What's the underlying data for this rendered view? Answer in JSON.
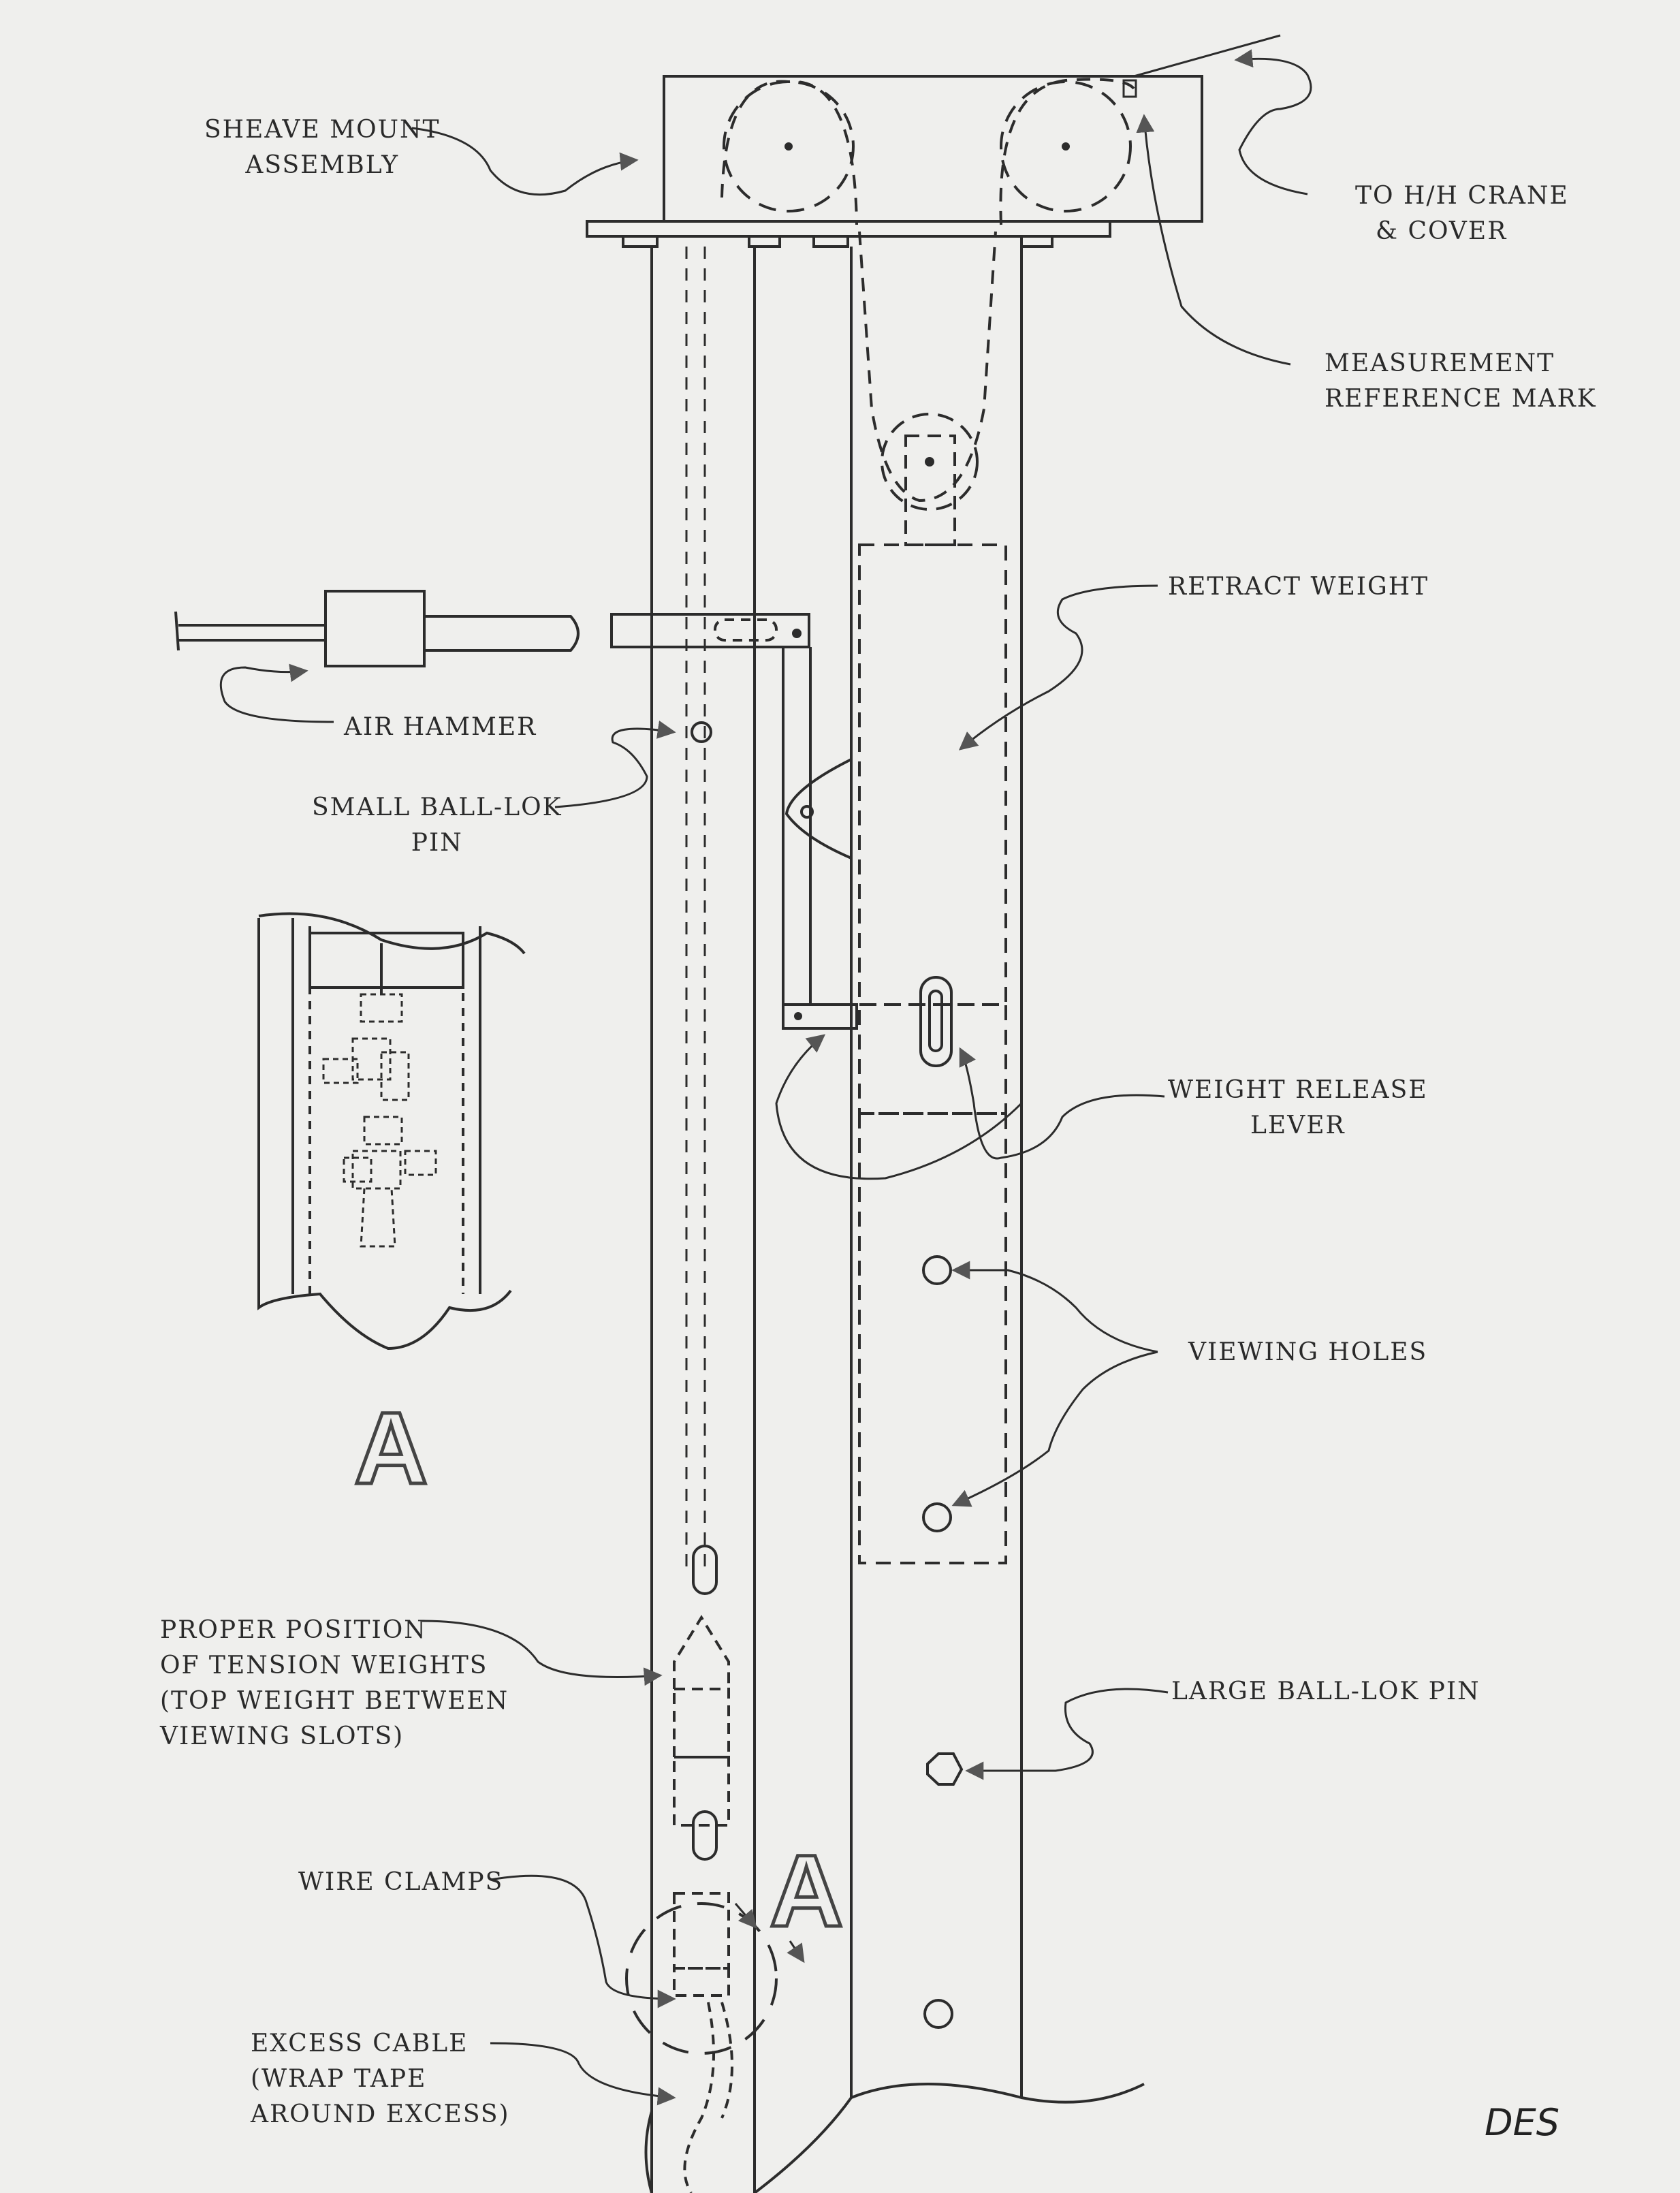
{
  "labels": {
    "sheave_mount": [
      "SHEAVE MOUNT",
      "ASSEMBLY"
    ],
    "to_crane": [
      "TO H/H CRANE",
      "& COVER"
    ],
    "measurement": [
      "MEASUREMENT",
      "REFERENCE MARK"
    ],
    "retract_weight": "RETRACT WEIGHT",
    "air_hammer": "AIR HAMMER",
    "small_ball_lok": [
      "SMALL BALL-LOK",
      "PIN"
    ],
    "weight_release": [
      "WEIGHT RELEASE",
      "LEVER"
    ],
    "viewing_holes": "VIEWING HOLES",
    "large_ball_lok": "LARGE BALL-LOK PIN",
    "proper_position": [
      "PROPER POSITION",
      "OF TENSION WEIGHTS",
      "(TOP WEIGHT BETWEEN",
      "VIEWING SLOTS)"
    ],
    "wire_clamps": "WIRE CLAMPS",
    "excess_cable": [
      "EXCESS CABLE",
      "(WRAP TAPE",
      "AROUND EXCESS)"
    ],
    "detail_letter": "A",
    "callout_letter": "A",
    "signature": "DES"
  },
  "colors": {
    "ink": "#2c2c2c",
    "paper": "#efefed"
  }
}
